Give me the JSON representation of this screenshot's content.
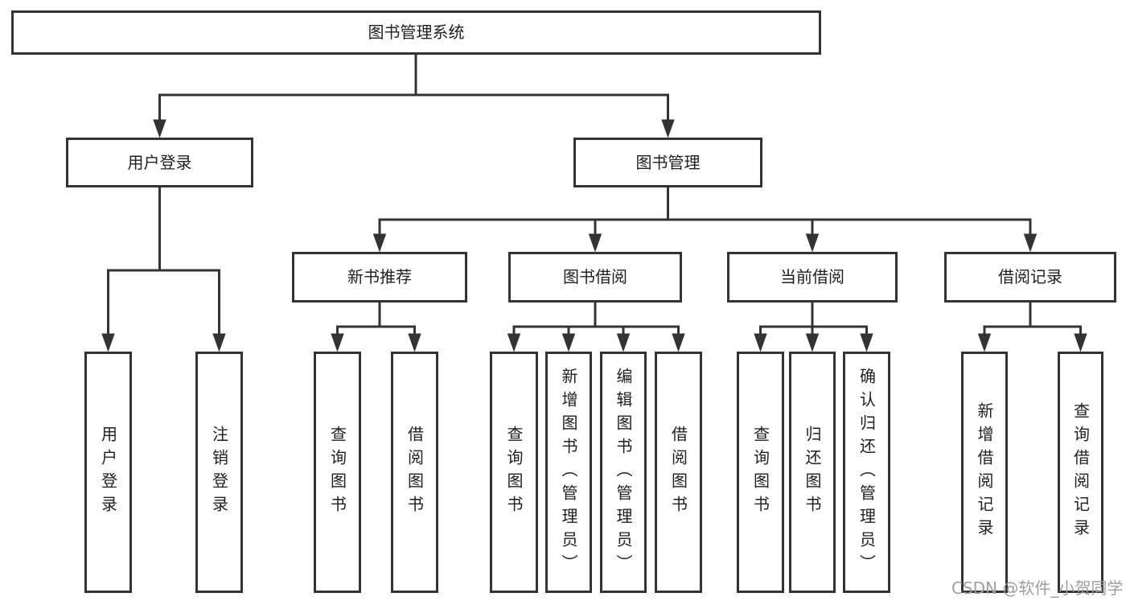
{
  "diagram": {
    "type": "hierarchy-functional-structure",
    "nodes": {
      "root": "图书管理系统",
      "user_login": "用户登录",
      "book_management": "图书管理",
      "login_user_login": "用户登录",
      "login_logout": "注销登录",
      "new_book_recommend": "新书推荐",
      "book_borrow": "图书借阅",
      "current_borrow": "当前借阅",
      "borrow_records": "借阅记录",
      "nb_query_books": "查询图书",
      "nb_borrow_books": "借阅图书",
      "bb_query_books": "查询图书",
      "bb_add_books": "新增图书（管理员）",
      "bb_edit_books": "编辑图书（管理员）",
      "bb_borrow_books": "借阅图书",
      "cb_query_books": "查询图书",
      "cb_return_books": "归还图书",
      "cb_confirm_return": "确认归还（管理员）",
      "br_add_record": "新增借阅记录",
      "br_query_record": "查询借阅记录"
    },
    "hierarchy": {
      "图书管理系统": {
        "用户登录": [
          "用户登录",
          "注销登录"
        ],
        "图书管理": {
          "新书推荐": [
            "查询图书",
            "借阅图书"
          ],
          "图书借阅": [
            "查询图书",
            "新增图书（管理员）",
            "编辑图书（管理员）",
            "借阅图书"
          ],
          "当前借阅": [
            "查询图书",
            "归还图书",
            "确认归还（管理员）"
          ],
          "借阅记录": [
            "新增借阅记录",
            "查询借阅记录"
          ]
        }
      }
    }
  },
  "watermark": {
    "text": "CSDN @软件_小贺同学",
    "color": "#9e9e9e"
  },
  "colors": {
    "line": "#333333",
    "node_border": "#333333",
    "node_text": "#1f1f1f",
    "background": "#ffffff"
  }
}
